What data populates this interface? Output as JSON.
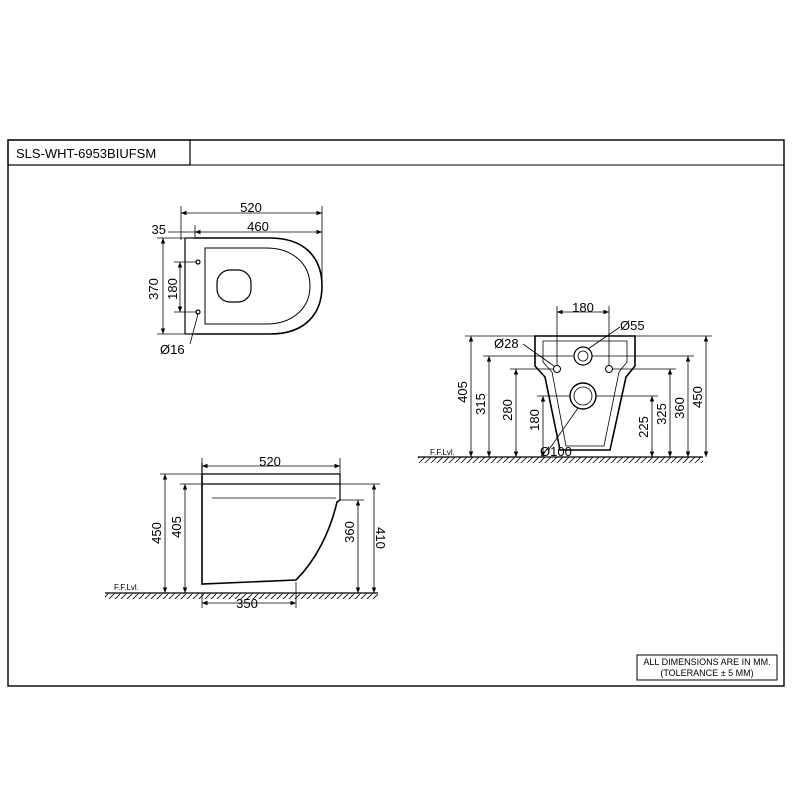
{
  "title_block": {
    "code": "SLS-WHT-6953BIUFSM"
  },
  "notes": {
    "line1": "ALL DIMENSIONS ARE IN MM.",
    "line2": "(TOLERANCE ± 5 MM)"
  },
  "floor_label": "F.F.Lvl.",
  "plan_view": {
    "width_520": "520",
    "width_460": "460",
    "offset_35": "35",
    "depth_370": "370",
    "bolts_180": "180",
    "hole_16": "Ø16"
  },
  "side_view": {
    "width_520": "520",
    "height_450": "450",
    "height_405": "405",
    "height_360": "360",
    "height_410": "410",
    "base_350": "350"
  },
  "rear_view": {
    "spacing_180": "180",
    "hole_55": "Ø55",
    "hole_28": "Ø28",
    "height_405": "405",
    "height_315": "315",
    "height_280": "280",
    "height_180": "180",
    "height_225": "225",
    "height_325": "325",
    "height_360": "360",
    "height_450": "450",
    "outlet_100": "Ø100"
  }
}
